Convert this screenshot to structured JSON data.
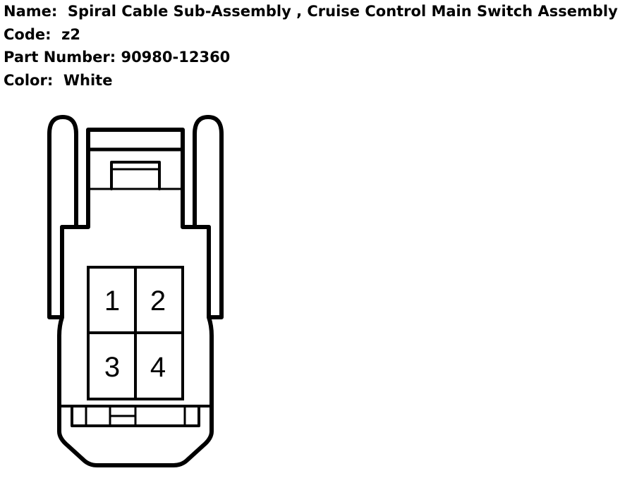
{
  "part_info": {
    "name_label": "Name:",
    "name_value": "Spiral Cable Sub-Assembly , Cruise Control Main Switch Assembly",
    "code_label": "Code:",
    "code_value": "z2",
    "part_number_label": "Part Number:",
    "part_number_value": "90980-12360",
    "color_label": "Color:",
    "color_value": "White"
  },
  "connector": {
    "pins": [
      "1",
      "2",
      "3",
      "4"
    ]
  }
}
